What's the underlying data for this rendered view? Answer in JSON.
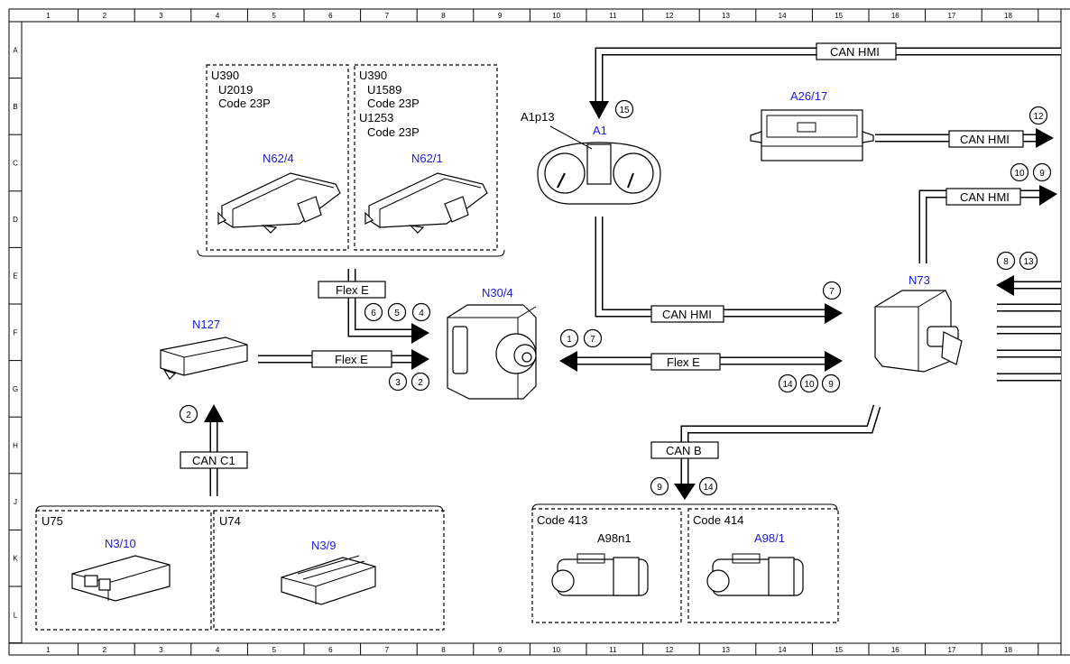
{
  "ruler": {
    "columns": [
      "1",
      "2",
      "3",
      "4",
      "5",
      "6",
      "7",
      "8",
      "9",
      "10",
      "11",
      "12",
      "13",
      "14",
      "15",
      "16",
      "17",
      "18"
    ],
    "rows": [
      "A",
      "B",
      "C",
      "D",
      "E",
      "F",
      "G",
      "H",
      "J",
      "K",
      "L"
    ]
  },
  "groups": {
    "u390_left": {
      "title": "U390",
      "codes": [
        "U2019",
        "Code 23P"
      ]
    },
    "u390_right": {
      "title": "U390",
      "codes": [
        "U1589",
        "Code 23P",
        "U1253",
        "Code 23P"
      ]
    },
    "u75": {
      "title": "U75"
    },
    "u74": {
      "title": "U74"
    },
    "code413": {
      "title": "Code 413"
    },
    "code414": {
      "title": "Code 414"
    }
  },
  "components": {
    "n62_4": "N62/4",
    "n62_1": "N62/1",
    "n127": "N127",
    "n30_4": "N30/4",
    "a1": "A1",
    "a1p13": "A1p13",
    "a26_17": "A26/17",
    "n73": "N73",
    "n3_10": "N3/10",
    "n3_9": "N3/9",
    "a98n1": "A98n1",
    "a98_1": "A98/1"
  },
  "buses": {
    "can_hmi_top": "CAN HMI",
    "can_hmi_a26": "CAN HMI",
    "can_hmi_n73": "CAN HMI",
    "can_hmi_mid": "CAN HMI",
    "flex_e_top": "Flex E",
    "flex_e_n127": "Flex E",
    "flex_e_main": "Flex E",
    "can_b": "CAN B",
    "can_c1": "CAN C1"
  },
  "circles": {
    "c15": "15",
    "c12": "12",
    "c10a": "10",
    "c9a": "9",
    "c8": "8",
    "c13": "13",
    "c7a": "7",
    "c6": "6",
    "c5": "5",
    "c4": "4",
    "c3": "3",
    "c2a": "2",
    "c1": "1",
    "c7b": "7",
    "c14a": "14",
    "c10b": "10",
    "c9b": "9",
    "c2b": "2",
    "c9c": "9",
    "c14b": "14"
  }
}
